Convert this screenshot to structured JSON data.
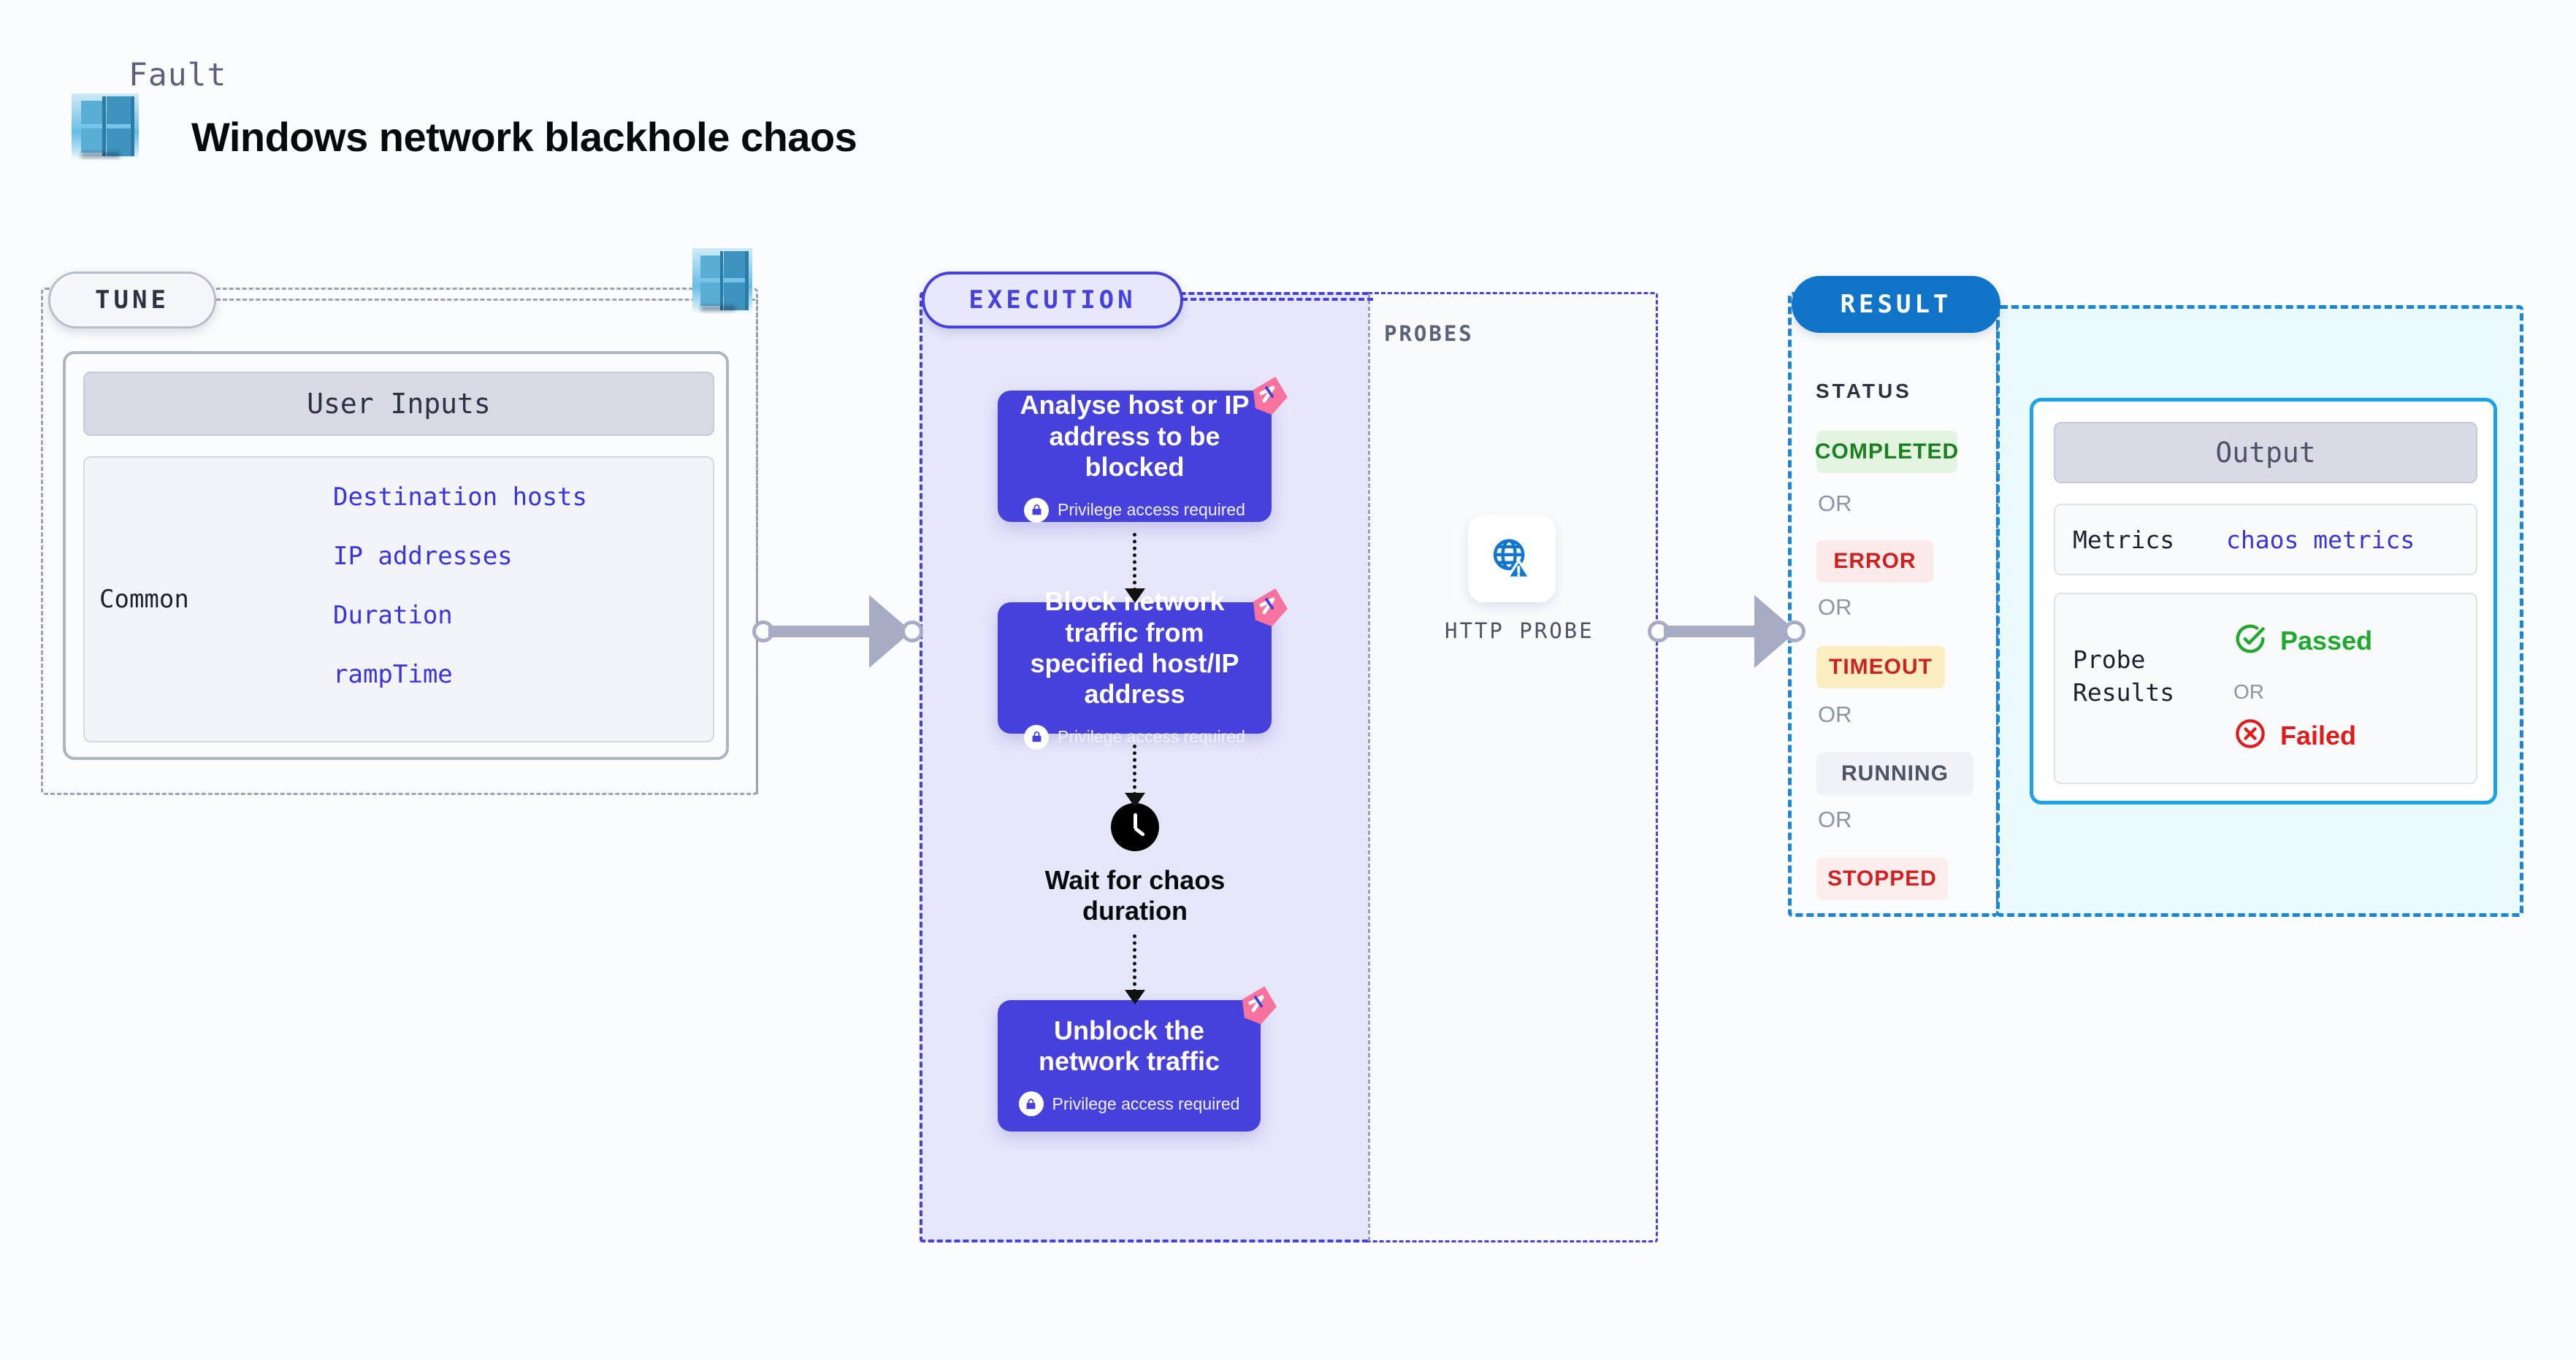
{
  "header": {
    "kicker": "Fault",
    "title": "Windows network blackhole chaos",
    "logo_icon": "windows-logo-icon"
  },
  "tune": {
    "pill_label": "TUNE",
    "logo_icon": "windows-logo-icon",
    "card_header": "User Inputs",
    "group_label": "Common",
    "params": [
      "Destination hosts",
      "IP addresses",
      "Duration",
      "rampTime"
    ]
  },
  "execution": {
    "pill_label": "EXECUTION",
    "steps": [
      {
        "title": "Analyse host or IP address to be blocked",
        "privilege_note": "Privilege access required",
        "lock_icon": "lock-icon",
        "corner_icon": "litmus-fault-badge-icon"
      },
      {
        "title": "Block network traffic from specified host/IP address",
        "privilege_note": "Privilege access required",
        "lock_icon": "lock-icon",
        "corner_icon": "litmus-fault-badge-icon"
      },
      {
        "title": "Unblock the network traffic",
        "privilege_note": "Privilege access required",
        "lock_icon": "lock-icon",
        "corner_icon": "litmus-fault-badge-icon"
      }
    ],
    "wait_step": {
      "label": "Wait for chaos duration",
      "icon": "clock-icon"
    }
  },
  "probes": {
    "section_label": "PROBES",
    "items": [
      {
        "label": "HTTP PROBE",
        "icon": "globe-warning-icon"
      }
    ]
  },
  "result": {
    "pill_label": "RESULT",
    "status_label": "STATUS",
    "or_label": "OR",
    "statuses": [
      {
        "label": "COMPLETED",
        "bg": "#e3f5e1",
        "fg": "#1a8021"
      },
      {
        "label": "ERROR",
        "bg": "#fdebeb",
        "fg": "#d02020"
      },
      {
        "label": "TIMEOUT",
        "bg": "#fdeec2",
        "fg": "#cc2222"
      },
      {
        "label": "RUNNING",
        "bg": "#f1f2f7",
        "fg": "#4d5367"
      },
      {
        "label": "STOPPED",
        "bg": "#fdeeee",
        "fg": "#d02020"
      }
    ],
    "output": {
      "header": "Output",
      "metrics_label": "Metrics",
      "metrics_value": "chaos metrics",
      "probe_results_label": "Probe Results",
      "or_label": "OR",
      "outcomes": [
        {
          "label": "Passed",
          "icon": "check-circle-icon",
          "color": "#1faa2e"
        },
        {
          "label": "Failed",
          "icon": "x-circle-icon",
          "color": "#e01b1b"
        }
      ]
    }
  },
  "connectors": [
    {
      "name": "tune-to-execution"
    },
    {
      "name": "probes-to-result"
    }
  ],
  "colors": {
    "primary_purple": "#4640dd",
    "result_blue": "#1075c8",
    "accent_cyan": "#1ba3e8",
    "badge_pink": "#f7729d",
    "connector_gray": "#a8abc4"
  }
}
